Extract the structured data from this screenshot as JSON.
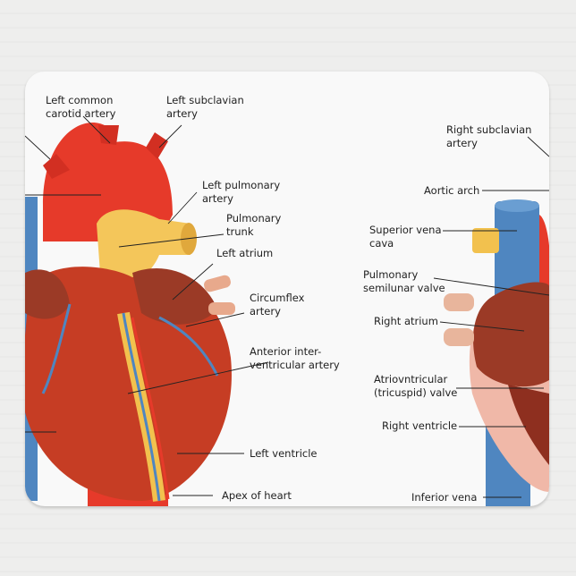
{
  "labels": {
    "left_common_carotid": "Left common\ncarotid artery",
    "left_subclavian": "Left subclavian\nartery",
    "left_pulmonary": "Left pulmonary\nartery",
    "pulmonary_trunk": "Pulmonary\ntrunk",
    "left_atrium": "Left atrium",
    "circumflex": "Circumflex\nartery",
    "anterior_interventricular": "Anterior inter-\nventricular artery",
    "left_ventricle": "Left ventricle",
    "apex": "Apex  of heart",
    "right_subclavian": "Right subclavian\nartery",
    "aortic_arch": "Aortic arch",
    "superior_vena_cava": "Superior vena\ncava",
    "pulmonary_semilunar": "Pulmonary\nsemilunar valve",
    "right_atrium": "Right atrium",
    "tricuspid": "Atriovntricular\n(tricuspid) valve",
    "right_ventricle": "Right ventricle",
    "inferior_vena": "Inferior vena"
  },
  "colors": {
    "artery": "#e63a2a",
    "vein": "#4f86c0",
    "myocardium": "#c43a22",
    "atrium": "#9b3a26",
    "fat": "#f2c14e"
  }
}
